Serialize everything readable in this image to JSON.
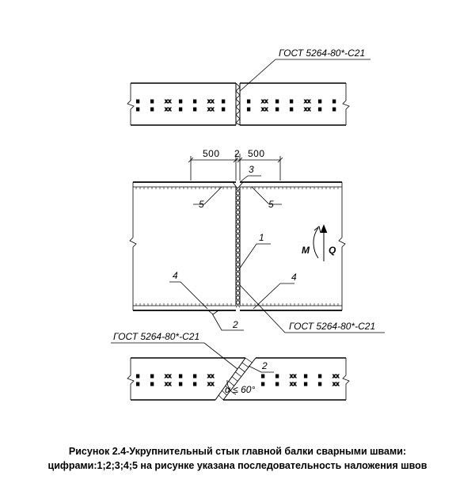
{
  "labels": {
    "gost_top": "ГОСТ 5264-80*-С21",
    "gost_middle": "ГОСТ 5264-80*-С21",
    "gost_bottom": "ГОСТ 5264-80*-С21",
    "dim_left": "500",
    "dim_right": "500",
    "dim_gap": "2",
    "weld_1": "1",
    "weld_2_bottom_flange": "2",
    "weld_2_lower_view": "2",
    "weld_3": "3",
    "weld_4_left": "4",
    "weld_4_right": "4",
    "weld_5_left": "5",
    "weld_5_right": "5",
    "moment": "M",
    "shear": "Q",
    "angle": "α ≤ 60°"
  },
  "caption": {
    "line1": "Рисунок 2.4-Укрупнительный стык главной балки сварными швами:",
    "line2": "цифрами:1;2;3;4;5 на рисунке указана последовательность наложения швов"
  }
}
